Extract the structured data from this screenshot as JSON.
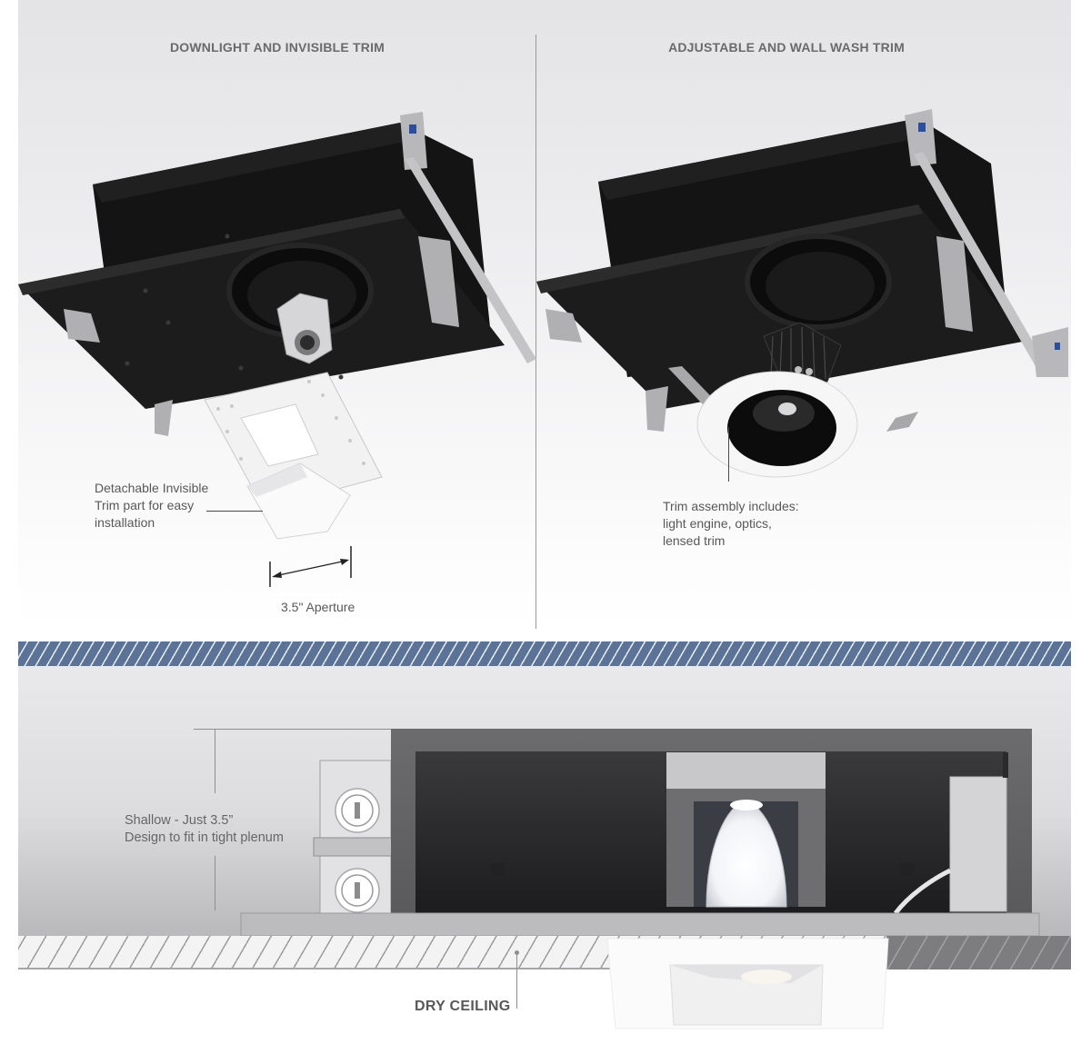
{
  "panels": [
    {
      "title": "DOWNLIGHT AND INVISIBLE TRIM",
      "callout": [
        "Detachable Invisible",
        "Trim part for easy",
        "installation"
      ],
      "dimension_label": "3.5\" Aperture"
    },
    {
      "title": "ADJUSTABLE AND WALL WASH TRIM",
      "callout": [
        "Trim assembly includes:",
        "light engine, optics,",
        "lensed trim"
      ]
    }
  ],
  "section": {
    "depth_callout": [
      "Shallow - Just 3.5”",
      "Design to fit in tight plenum"
    ],
    "ceiling_label": "DRY CEILING"
  },
  "colors": {
    "hatch_band": "#5b7397",
    "label_text": "#58585a",
    "housing_black": "#151515",
    "housing_gray": "#6b6b6d"
  }
}
